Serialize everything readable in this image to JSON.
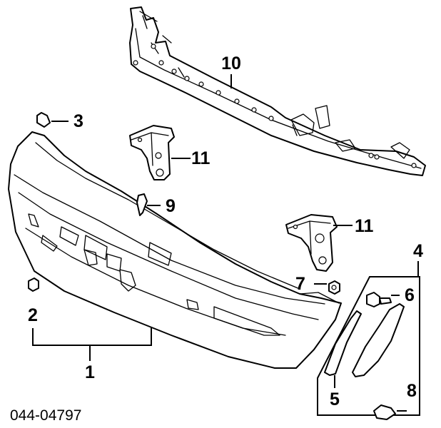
{
  "diagram": {
    "catalog_code": "044-04797",
    "callouts": [
      "1",
      "2",
      "3",
      "4",
      "5",
      "6",
      "7",
      "8",
      "9",
      "10",
      "11",
      "11"
    ]
  }
}
